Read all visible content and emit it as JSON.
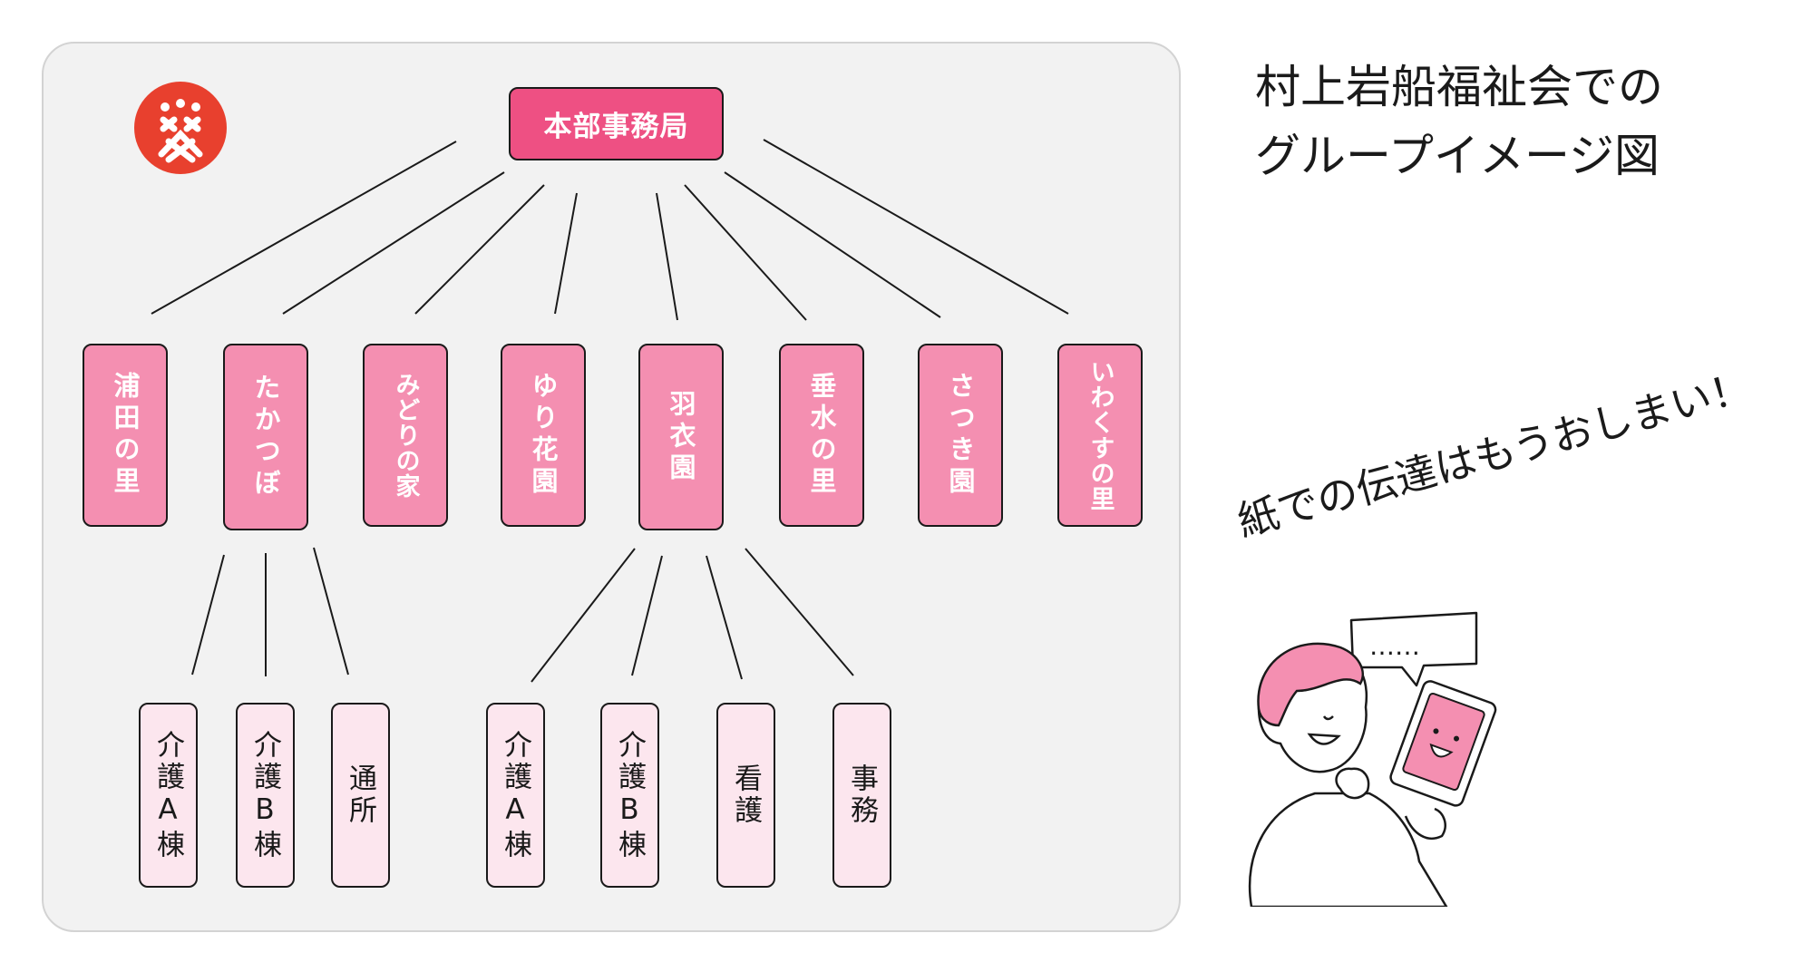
{
  "title": {
    "line1": "村上岩船福祉会での",
    "line2": "グループイメージ図"
  },
  "slogan": "紙での伝達はもうおしまい！",
  "speech_bubble": "……",
  "org": {
    "root": "本部事務局",
    "facilities": [
      "浦田の里",
      "たかつぼ",
      "みどりの家",
      "ゆり花園",
      "羽衣園",
      "垂水の里",
      "さつき園",
      "いわくすの里"
    ],
    "takatsubo_units": [
      "介護A棟",
      "介護B棟",
      "通所"
    ],
    "hagoromo_units": [
      "介護A棟",
      "介護B棟",
      "看護",
      "事務"
    ]
  },
  "colors": {
    "root_fill": "#ee5083",
    "facility_fill": "#f48fb1",
    "unit_fill": "#fce6ee",
    "panel_bg": "#f2f2f2",
    "logo": "#e8402e"
  },
  "icons": {
    "logo": "organization-logo-icon",
    "illustration": "person-holding-tablet-illustration"
  }
}
